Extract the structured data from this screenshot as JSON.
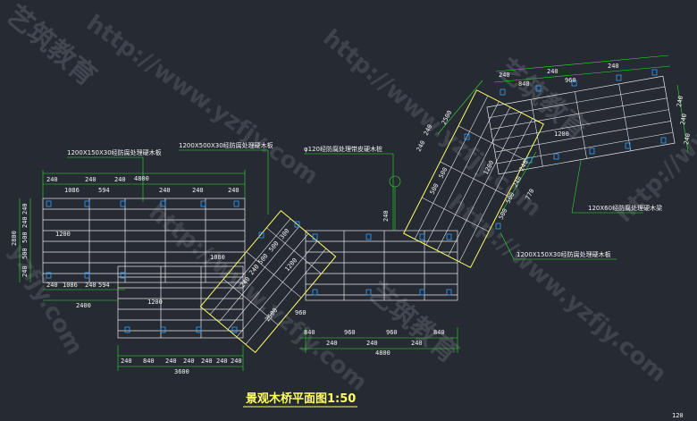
{
  "drawing": {
    "title": "景观木桥平面图1:50",
    "corner_label": "120"
  },
  "colors": {
    "background": "#252a33",
    "deck": "#e8e8e8",
    "outline": "#ffff66",
    "dimension": "#33dd33",
    "pile": "#33a0ff",
    "leader": "#33dd33",
    "text": "#f4f4f4",
    "title": "#ffff66"
  },
  "annotations": {
    "board_a": "1200X150X30经防腐处理硬木板",
    "board_b": "1200X500X30经防腐处理硬木板",
    "pile": "φ120经防腐处理带皮硬木桩",
    "joist": "120X60经防腐处理硬木梁",
    "board_c": "1200X150X30经防腐处理硬木板"
  },
  "dimensions": {
    "left_top_total": "4800",
    "left_top_parts": [
      "240",
      "1086",
      "240",
      "594",
      "240",
      "240",
      "240",
      "240"
    ],
    "left_bottom_parts": [
      "240",
      "1086",
      "240",
      "594"
    ],
    "left_bottom_total": "2400",
    "left_height_total": "2800",
    "left_height_parts": [
      "240",
      "240",
      "500",
      "500",
      "240"
    ],
    "left_width_label": "1200",
    "mid_step": "1080",
    "mid_bottom_total": "3600",
    "mid_bottom_parts": [
      "240",
      "840",
      "240",
      "240",
      "240",
      "240",
      "240"
    ],
    "mid_bottom_width": "1200",
    "diag1": [
      "240",
      "240",
      "500",
      "500",
      "300",
      "2500"
    ],
    "diag1_width": "1200",
    "center_bottom_total": "4800",
    "center_bottom_parts": [
      "840",
      "240",
      "960",
      "240",
      "960",
      "240",
      "840"
    ],
    "center_width": "960",
    "center_side": "240",
    "diag2": [
      "240",
      "240",
      "2500",
      "500",
      "500"
    ],
    "diag2_width": "1200",
    "right_top_parts": [
      "240",
      "840",
      "240",
      "960",
      "240"
    ],
    "right_width": "1200",
    "right_side": [
      "240",
      "240",
      "240"
    ],
    "diag3": [
      "500",
      "500",
      "240",
      "240"
    ],
    "diag3_end": "770"
  },
  "watermarks": [
    "http://www.yzfjy.com",
    "艺筑教育",
    "http://www.yzfjy.com",
    "http://www.yzfjy.com",
    "艺筑教育",
    "http://www.yzfjy.com",
    "艺筑教育",
    "yzfjy.com",
    "http://www.yzfjy.com"
  ]
}
